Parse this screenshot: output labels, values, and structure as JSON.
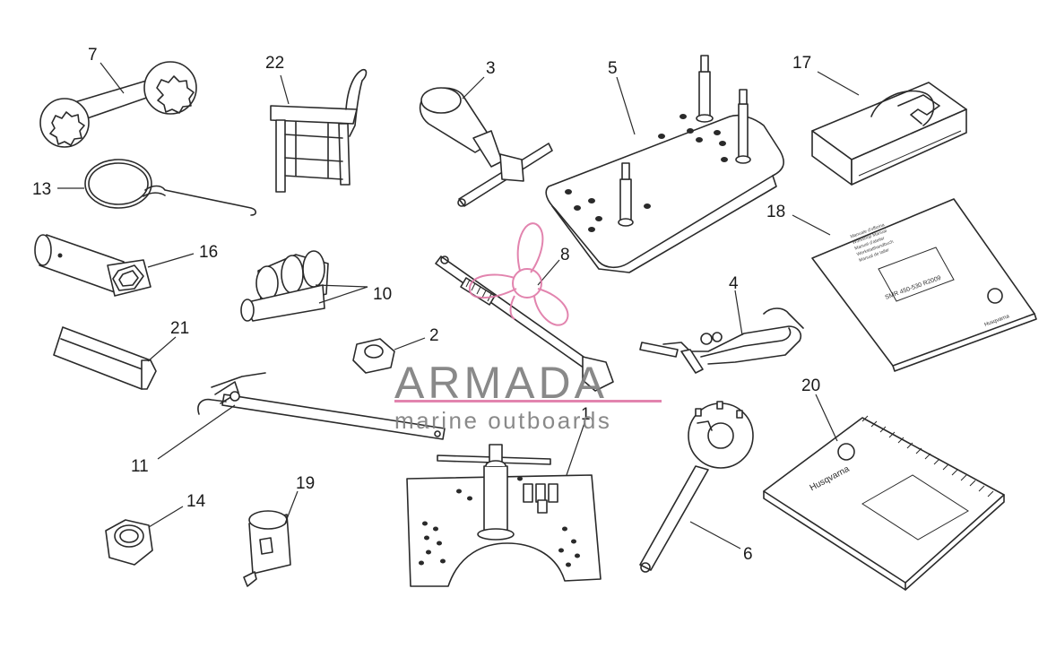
{
  "callouts": {
    "c1": "1",
    "c2": "2",
    "c3": "3",
    "c4": "4",
    "c5": "5",
    "c6": "6",
    "c7": "7",
    "c8": "8",
    "c10": "10",
    "c11": "11",
    "c13": "13",
    "c14": "14",
    "c16": "16",
    "c17": "17",
    "c18": "18",
    "c19": "19",
    "c20": "20",
    "c21": "21",
    "c22": "22"
  },
  "watermark": {
    "name": "ARMADA",
    "tagline": "marine outboards",
    "text_color": "#7f7f7f",
    "accent_color": "#e07aa8"
  },
  "manual18": {
    "title_lines": [
      "Manuale d'officina",
      "Workshop Manual",
      "Manuel d'atelier",
      "Werkstatthandbuch",
      "Manual de taller"
    ],
    "model": "SMR 450-530 R2009",
    "brand": "Husqvarna"
  },
  "manual20": {
    "brand": "Husqvarna"
  }
}
